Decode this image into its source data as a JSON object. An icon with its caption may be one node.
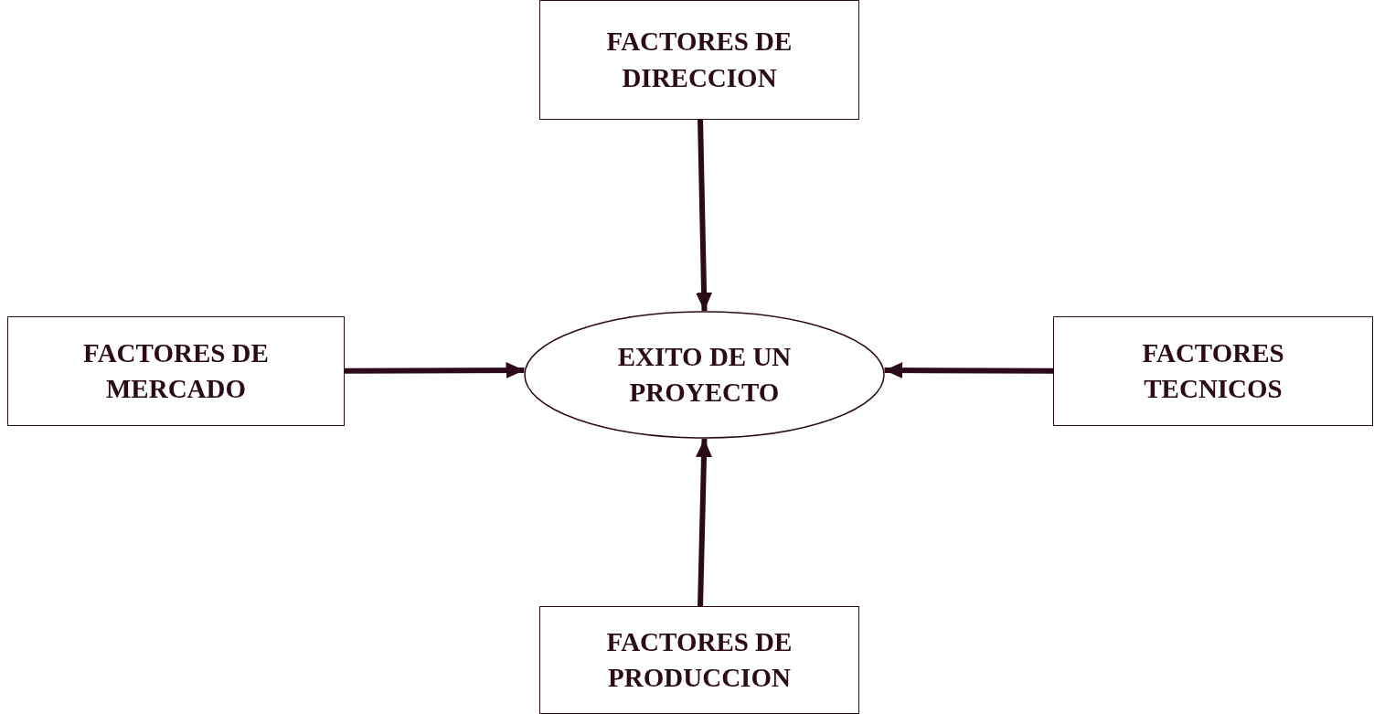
{
  "diagram": {
    "nodes": [
      {
        "text": [
          "FACTORES DE DIRECCION"
        ]
      },
      {
        "text": [
          "FACTORES DE MERCADO"
        ]
      },
      {
        "text": [
          "EXITO DE UN PROYECTO"
        ]
      },
      {
        "text": [
          "FACTORES TECNICOS"
        ]
      },
      {
        "text": [
          "FACTORES DE PRODUCCION"
        ]
      }
    ],
    "edges": [
      {
        "from": 0,
        "to": 2,
        "arrow": "to"
      },
      {
        "from": 1,
        "to": 2,
        "arrow": "to"
      },
      {
        "from": 3,
        "to": 2,
        "arrow": "to"
      },
      {
        "from": 4,
        "to": 2,
        "arrow": "to"
      }
    ]
  }
}
